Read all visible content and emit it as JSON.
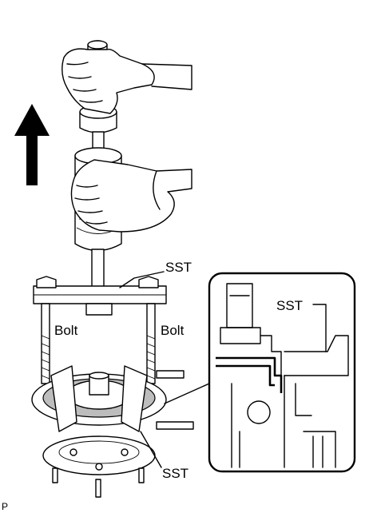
{
  "labels": {
    "sst_top": "SST",
    "bolt_left": "Bolt",
    "bolt_right": "Bolt",
    "sst_bottom": "SST",
    "sst_detail": "SST",
    "figure_code": "P"
  }
}
